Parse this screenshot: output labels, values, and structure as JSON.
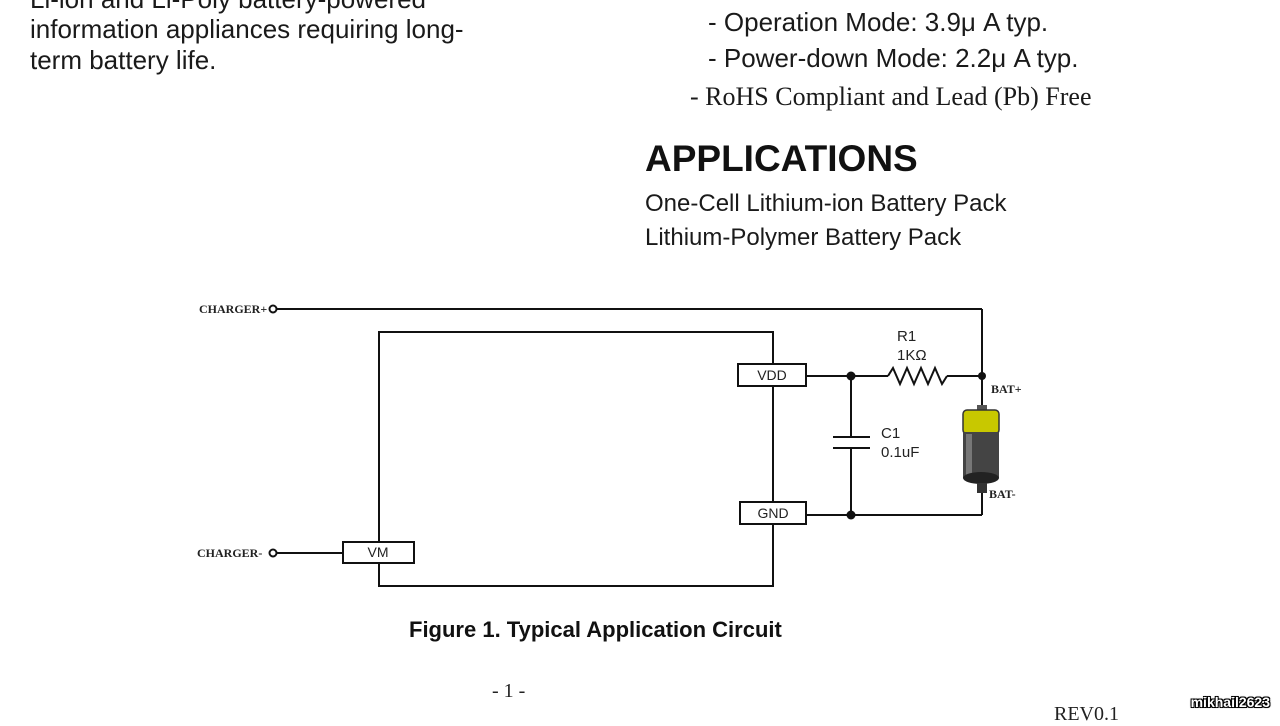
{
  "intro": {
    "line1": "Li-ion and Li-Poly battery-powered",
    "line2": "information appliances requiring long-",
    "line3": "term battery life."
  },
  "features": {
    "operation": "- Operation Mode: 3.9μ A typ.",
    "powerdown": "- Power-down Mode: 2.2μ A typ.",
    "rohs": "- RoHS Compliant and Lead (Pb) Free"
  },
  "applications": {
    "heading": "APPLICATIONS",
    "items": [
      "One-Cell Lithium-ion Battery Pack",
      "Lithium-Polymer Battery Pack"
    ]
  },
  "circuit": {
    "charger_plus": "CHARGER+",
    "charger_minus": "CHARGER-",
    "pin_vdd": "VDD",
    "pin_gnd": "GND",
    "pin_vm": "VM",
    "r1_name": "R1",
    "r1_value": "1KΩ",
    "c1_name": "C1",
    "c1_value": "0.1uF",
    "bat_plus": "BAT+",
    "bat_minus": "BAT-"
  },
  "figure_caption": "Figure 1.  Typical Application Circuit",
  "page_number": "- 1 -",
  "revision": "REV0.1",
  "watermark": "mikhail2623",
  "colors": {
    "battery_top": "#c8c800",
    "battery_body": "#444444",
    "wire": "#111111"
  }
}
